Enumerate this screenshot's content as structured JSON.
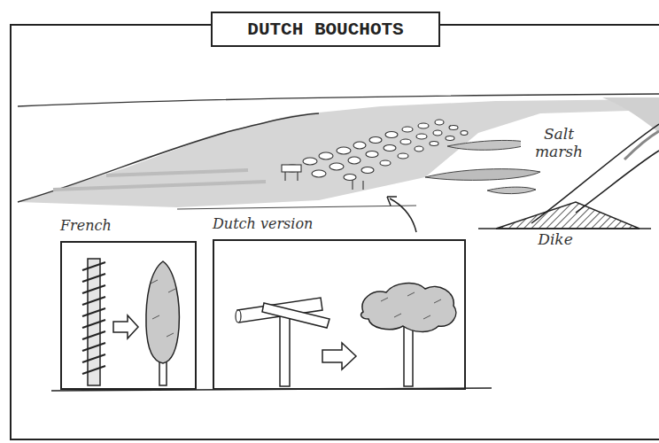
{
  "diagram": {
    "title": "DUTCH BOUCHOTS",
    "nodes": [
      {
        "text": [
          "French"
        ]
      },
      {
        "text": [
          "Dutch version"
        ]
      }
    ],
    "labels": [
      "Salt marsh",
      "Dike"
    ]
  }
}
